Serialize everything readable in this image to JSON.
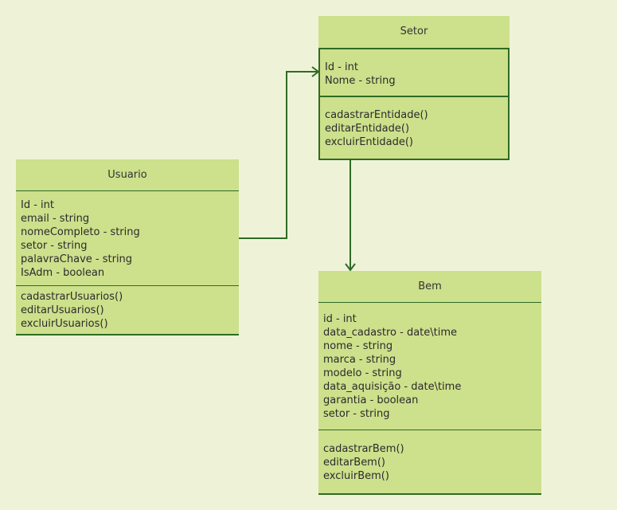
{
  "classes": {
    "setor": {
      "name": "Setor",
      "attributes": [
        "Id - int",
        "Nome - string"
      ],
      "methods": [
        "cadastrarEntidade()",
        "editarEntidade()",
        "excluirEntidade()"
      ]
    },
    "usuario": {
      "name": "Usuario",
      "attributes": [
        "Id - int",
        "email - string",
        "nomeCompleto - string",
        "setor - string",
        "palavraChave - string",
        "IsAdm - boolean"
      ],
      "methods": [
        "cadastrarUsuarios()",
        "editarUsuarios()",
        "excluirUsuarios()"
      ]
    },
    "bem": {
      "name": "Bem",
      "attributes": [
        "id - int",
        "data_cadastro - date\\time",
        "nome - string",
        "marca - string",
        "modelo - string",
        "data_aquisição - date\\time",
        "garantia - boolean",
        "setor - string"
      ],
      "methods": [
        "cadastrarBem()",
        "editarBem()",
        "excluirBem()"
      ]
    }
  },
  "colors": {
    "background": "#eef3d8",
    "class_fill": "#cde08c",
    "line": "#2f6b24"
  },
  "connectors": [
    {
      "from": "usuario",
      "to": "setor"
    },
    {
      "from": "setor",
      "to": "bem"
    }
  ]
}
